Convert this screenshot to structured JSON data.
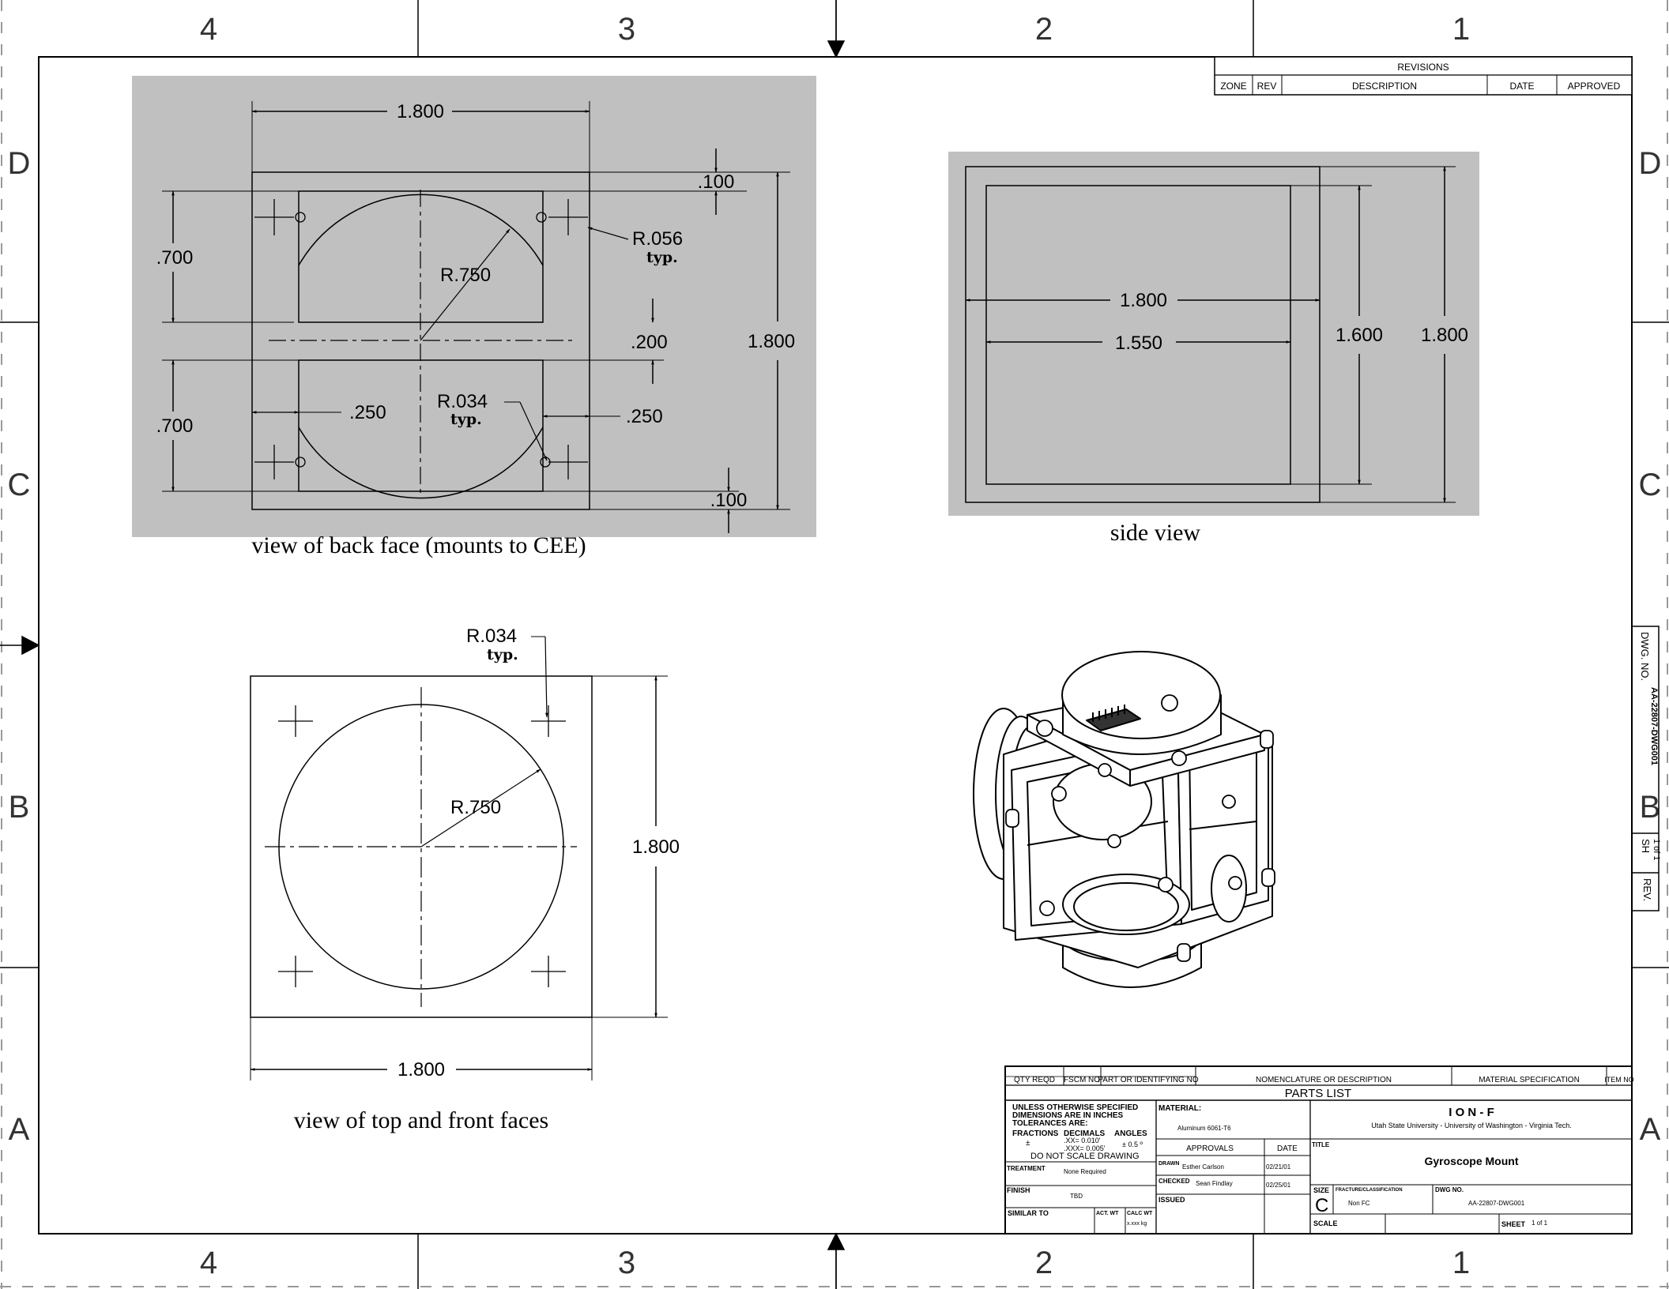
{
  "border": {
    "cols_top": [
      "4",
      "3",
      "2",
      "1"
    ],
    "cols_bottom": [
      "4",
      "3",
      "2",
      "1"
    ],
    "rows_left": [
      "D",
      "C",
      "B",
      "A"
    ],
    "rows_right": [
      "D",
      "C",
      "B",
      "A"
    ]
  },
  "revisions": {
    "title": "REVISIONS",
    "headers": [
      "ZONE",
      "REV",
      "DESCRIPTION",
      "DATE",
      "APPROVED"
    ]
  },
  "back_view": {
    "caption": "view of back face (mounts to CEE)",
    "dims": {
      "width_top": "1.800",
      "h_upper": ".700",
      "h_lower": ".700",
      "offset_top": ".100",
      "r_hole_upper": "R.056",
      "typ1": "typ.",
      "r_circle": "R.750",
      "gap": ".200",
      "height_right": "1.800",
      "left_edge": ".250",
      "r_hole_lower": "R.034",
      "typ2": "typ.",
      "right_edge": ".250",
      "offset_bottom": ".100"
    }
  },
  "side_view": {
    "caption": "side view",
    "dims": {
      "outer_w": "1.800",
      "inner_w": "1.550",
      "inner_h": "1.600",
      "outer_h": "1.800"
    }
  },
  "top_view": {
    "caption": "view of top and front faces",
    "dims": {
      "r_hole": "R.034",
      "typ": "typ.",
      "r_circle": "R.750",
      "height": "1.800",
      "width": "1.800"
    }
  },
  "side_block": {
    "dwg_no_label": "DWG. NO.",
    "dwg_no": "AA-22807-DWG001",
    "sh_label": "SH",
    "sh_value": "1 of 1",
    "rev_label": "REV."
  },
  "title_block": {
    "parts_headers": [
      "QTY REQD",
      "FSCM NO",
      "PART OR IDENTIFYING NO",
      "NOMENCLATURE OR DESCRIPTION",
      "MATERIAL SPECIFICATION",
      "ITEM NO"
    ],
    "parts_list": "PARTS LIST",
    "tol_line1": "UNLESS OTHERWISE SPECIFIED",
    "tol_line2": "DIMENSIONS ARE IN INCHES",
    "tol_line3": "TOLERANCES ARE:",
    "tol_fractions": "FRACTIONS",
    "tol_decimals": "DECIMALS",
    "tol_angles": "ANGLES",
    "tol_pm": "±",
    "tol_xx": ".XX= 0.010'",
    "tol_xxx": ".XXX= 0.005'",
    "tol_angle_val": "± 0.5 º",
    "no_scale": "DO NOT SCALE DRAWING",
    "material_label": "MATERIAL:",
    "material": "Aluminum 6061-T6",
    "approvals": "APPROVALS",
    "date": "DATE",
    "treatment_label": "TREATMENT",
    "treatment": "None Required",
    "drawn_label": "DRAWN",
    "drawn_by": "Esther Carlson",
    "drawn_date": "02/21/01",
    "checked_label": "CHECKED",
    "checked_by": "Sean Findlay",
    "checked_date": "02/25/01",
    "finish_label": "FINISH",
    "finish": "TBD",
    "issued_label": "ISSUED",
    "similar_label": "SIMILAR TO",
    "act_wt": "ACT. WT",
    "calc_wt": "CALC WT",
    "calc_wt_val": "x.xxx kg",
    "project": "I O N - F",
    "org": "Utah State University - University of Washington - Virginia Tech.",
    "title_label": "TITLE",
    "title": "Gyroscope Mount",
    "size_label": "SIZE",
    "size": "C",
    "fsc_label": "FRACTURE/CLASSIFICATION",
    "fsc": "Non FC",
    "dwg_label": "DWG NO.",
    "dwg": "AA-22807-DWG001",
    "scale_label": "SCALE",
    "sheet_label": "SHEET",
    "sheet": "1 of 1"
  }
}
